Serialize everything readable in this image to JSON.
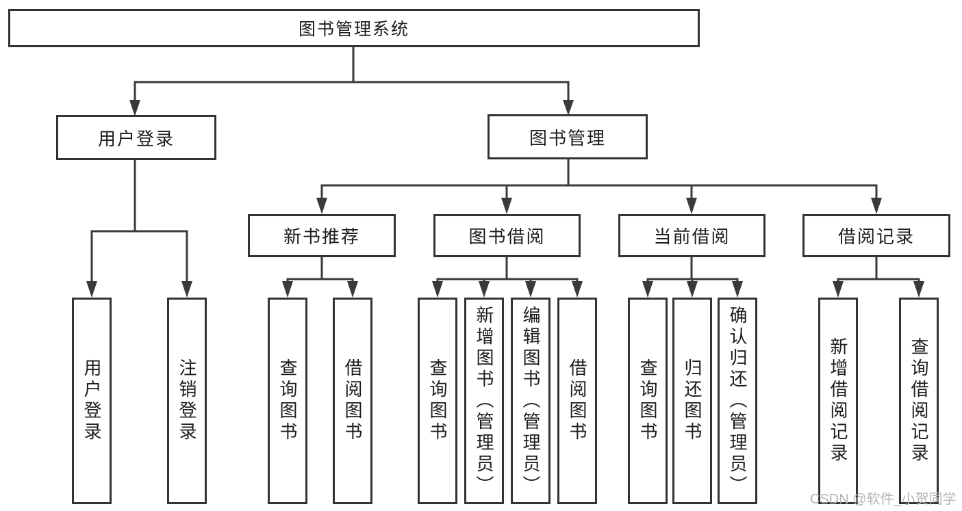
{
  "colors": {
    "line": "#3a3a3a",
    "box_border": "#333333",
    "text": "#1c1c1c",
    "watermark": "#b5b5b5",
    "background": "#ffffff"
  },
  "watermark": "CSDN @软件_小贺同学",
  "nodes": {
    "root": {
      "label": "图书管理系统"
    },
    "user_login": {
      "label": "用户登录"
    },
    "book_management": {
      "label": "图书管理"
    },
    "new_book_recommend": {
      "label": "新书推荐"
    },
    "book_borrow": {
      "label": "图书借阅"
    },
    "current_borrow": {
      "label": "当前借阅"
    },
    "borrow_records": {
      "label": "借阅记录"
    },
    "user_login_children": [
      {
        "label": "用户登录"
      },
      {
        "label": "注销登录"
      }
    ],
    "new_book_children": [
      {
        "label": "查询图书"
      },
      {
        "label": "借阅图书"
      }
    ],
    "book_borrow_children": [
      {
        "label": "查询图书"
      },
      {
        "label": "新增图书（管理员）"
      },
      {
        "label": "编辑图书（管理员）"
      },
      {
        "label": "借阅图书"
      }
    ],
    "current_borrow_children": [
      {
        "label": "查询图书"
      },
      {
        "label": "归还图书"
      },
      {
        "label": "确认归还（管理员）"
      }
    ],
    "borrow_records_children": [
      {
        "label": "新增借阅记录"
      },
      {
        "label": "查询借阅记录"
      }
    ]
  }
}
